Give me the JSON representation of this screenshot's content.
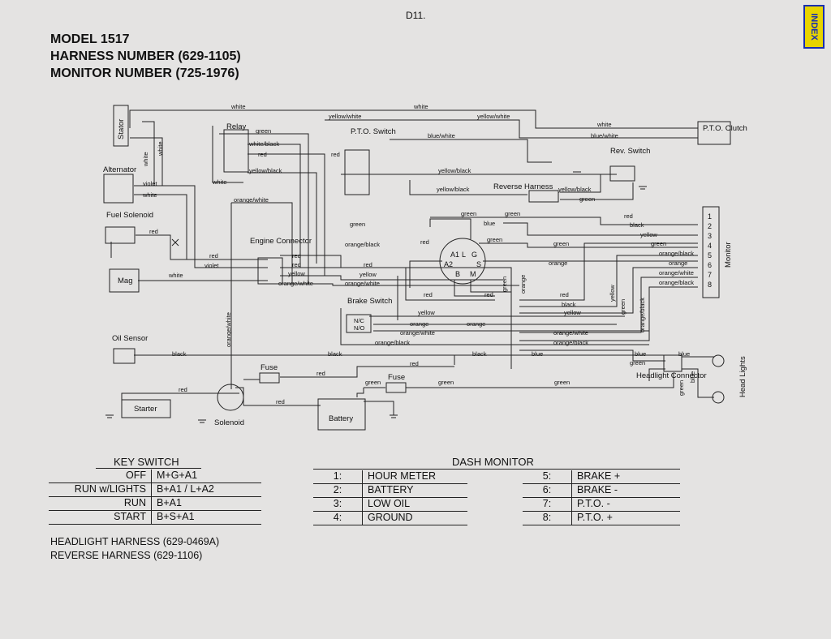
{
  "page_id": "D11.",
  "title_lines": [
    "MODEL 1517",
    "HARNESS NUMBER (629-1105)",
    "MONITOR NUMBER (725-1976)"
  ],
  "index_tab": "INDEX",
  "components": {
    "stator": "Stator",
    "alternator": "Alternator",
    "fuel_solenoid": "Fuel Solenoid",
    "mag": "Mag",
    "oil_sensor": "Oil Sensor",
    "starter": "Starter",
    "solenoid": "Solenoid",
    "battery": "Battery",
    "fuse1": "Fuse",
    "fuse2": "Fuse",
    "relay": "Relay",
    "pto_switch": "P.T.O. Switch",
    "pto_clutch": "P.T.O. Clutch",
    "rev_switch": "Rev. Switch",
    "reverse_harness": "Reverse Harness",
    "engine_connector": "Engine Connector",
    "brake_switch": "Brake Switch",
    "headlight_connector": "Headlight Connector",
    "head_lights": "Head Lights",
    "monitor": "Monitor",
    "brake_nc": "N/C",
    "brake_no": "N/O"
  },
  "key_switch_terminals": [
    "A1",
    "L",
    "G",
    "A2",
    "S",
    "B",
    "M"
  ],
  "monitor_pins": [
    "1",
    "2",
    "3",
    "4",
    "5",
    "6",
    "7",
    "8"
  ],
  "wire_labels": {
    "white": "white",
    "yellow_white": "yellow/white",
    "blue_white": "blue/white",
    "green": "green",
    "white_black": "white/black",
    "red": "red",
    "yellow_black": "yellow/black",
    "violet": "violet",
    "orange_white": "orange/white",
    "orange_black": "orange/black",
    "yellow": "yellow",
    "orange": "orange",
    "black": "black",
    "blue": "blue"
  },
  "key_switch_table": {
    "title": "KEY SWITCH",
    "rows": [
      {
        "position": "OFF",
        "connections": "M+G+A1"
      },
      {
        "position": "RUN w/LIGHTS",
        "connections": "B+A1 / L+A2"
      },
      {
        "position": "RUN",
        "connections": "B+A1"
      },
      {
        "position": "START",
        "connections": "B+S+A1"
      }
    ]
  },
  "dash_monitor_table": {
    "title": "DASH MONITOR",
    "left": [
      {
        "pin": "1:",
        "function": "HOUR METER"
      },
      {
        "pin": "2:",
        "function": "BATTERY"
      },
      {
        "pin": "3:",
        "function": "LOW OIL"
      },
      {
        "pin": "4:",
        "function": "GROUND"
      }
    ],
    "right": [
      {
        "pin": "5:",
        "function": "BRAKE +"
      },
      {
        "pin": "6:",
        "function": "BRAKE -"
      },
      {
        "pin": "7:",
        "function": "P.T.O. -"
      },
      {
        "pin": "8:",
        "function": "P.T.O. +"
      }
    ]
  },
  "harness_notes": [
    "HEADLIGHT HARNESS (629-0469A)",
    "REVERSE HARNESS (629-1106)"
  ]
}
